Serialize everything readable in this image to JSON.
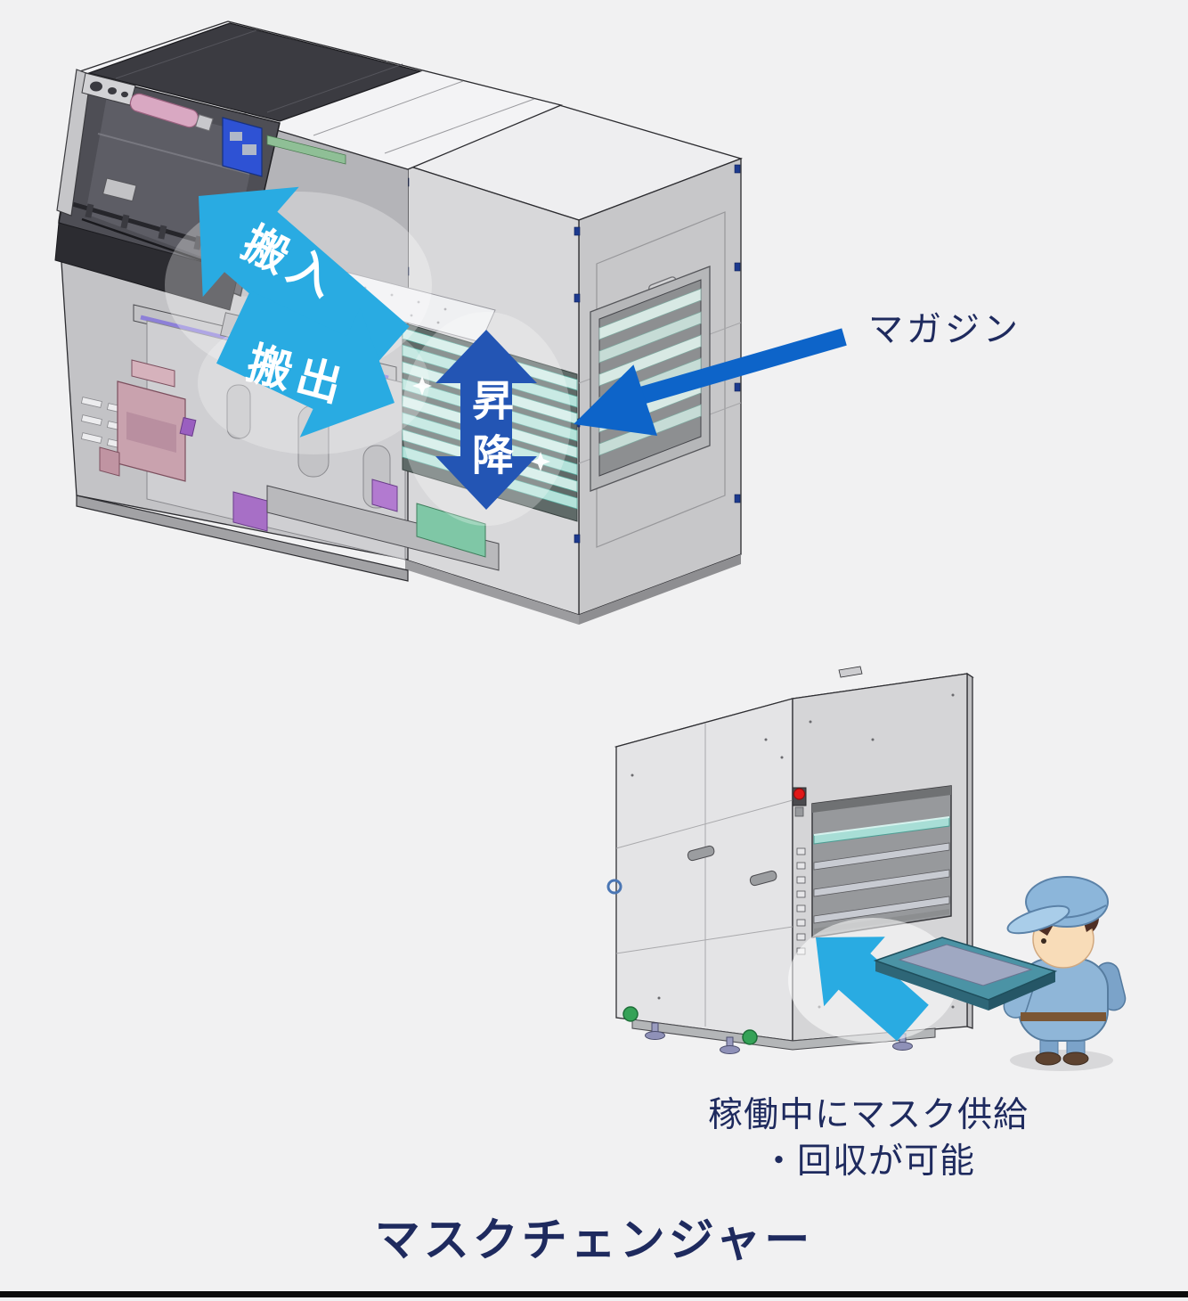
{
  "page": {
    "background_color": "#f1f1f2",
    "title": "マスクチェンジャー",
    "text_color": "#1e2a5e",
    "bottom_rule_color": "#0c0c0c"
  },
  "cutaway_figure": {
    "carry_in_label": "搬入",
    "carry_out_label": "搬出",
    "lift_label": "昇降",
    "magazine_label": "マガジン"
  },
  "rear_figure": {
    "caption_line1": "稼働中にマスク供給",
    "caption_line2": "・回収が可能"
  },
  "colors": {
    "flow_arrow": "#29abe2",
    "lift_arrow": "#2355b4",
    "pointer_arrow": "#0d64c9",
    "arrow_label_text": "#ffffff",
    "magazine_shelf": "#b7e5de",
    "machine_body": "#d6d6d8",
    "worker_uniform": "#8fb6d8",
    "tray_teal": "#4b93a5"
  }
}
